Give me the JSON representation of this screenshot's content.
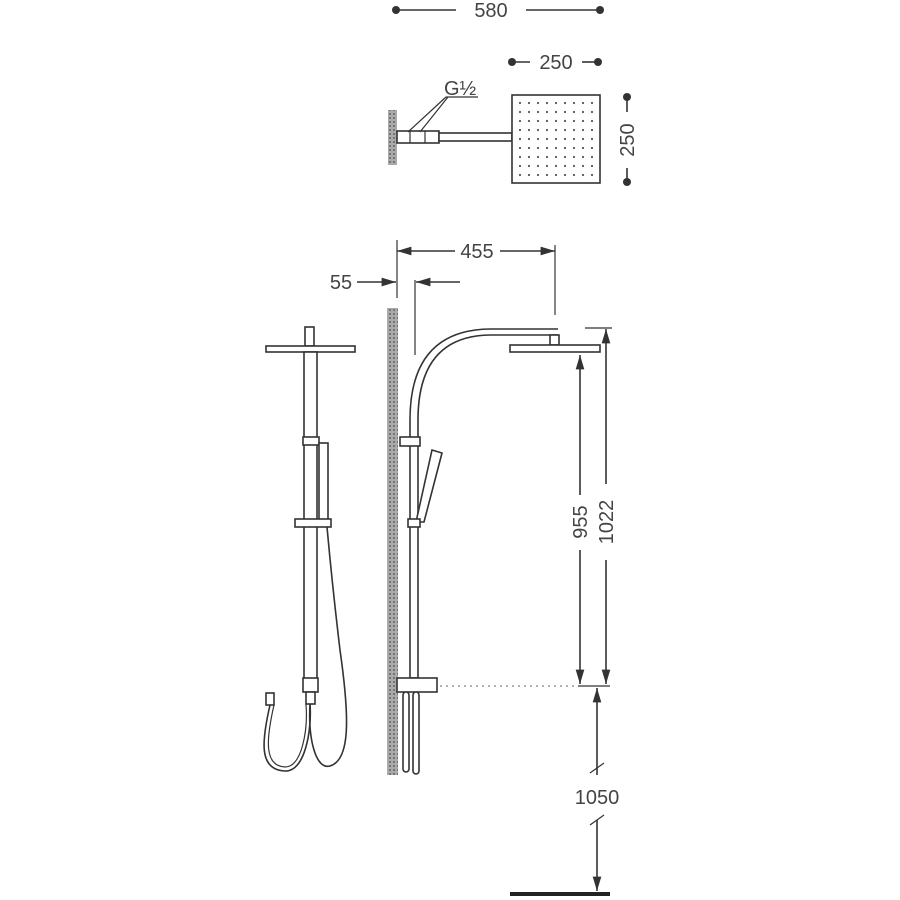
{
  "dimensions": {
    "overall_width": "580",
    "head_width": "250",
    "head_depth": "250",
    "thread": "G½",
    "arm_projection": "455",
    "wall_offset": "55",
    "head_height": "955",
    "top_height": "1022",
    "mount_height": "1050"
  },
  "colors": {
    "line": "#333333",
    "text": "#444444",
    "wall_hatch": "#888888"
  }
}
